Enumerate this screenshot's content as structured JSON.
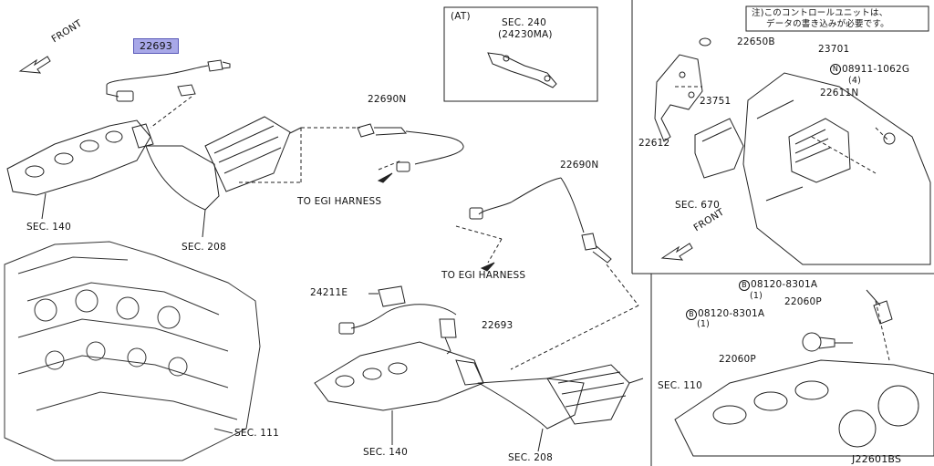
{
  "labels": {
    "front_left": "FRONT",
    "front_right": "FRONT",
    "p22693_top": "22693",
    "p22690n_mid": "22690N",
    "p22690n_right": "22690N",
    "to_egi_1": "TO EGI HARNESS",
    "to_egi_2": "TO EGI HARNESS",
    "at": "(AT)",
    "sec240": "SEC. 240",
    "p24230ma": "(24230MA)",
    "sec140_top": "SEC. 140",
    "sec208_top": "SEC. 208",
    "p24211e": "24211E",
    "p22693_bottom": "22693",
    "sec140_bottom": "SEC. 140",
    "sec208_bottom": "SEC. 208",
    "sec111": "SEC. 111",
    "jp_note_1": "注)このコントロールユニットは、",
    "jp_note_2": "データの書き込みが必要です。",
    "p22650b": "22650B",
    "p23701": "23701",
    "p08911": "08911-1062G",
    "p08911_qty": "(4)",
    "p22611n": "22611N",
    "p23751": "23751",
    "p22612": "22612",
    "sec670": "SEC. 670",
    "p08120_a": "08120-8301A",
    "p08120_a_qty": "(1)",
    "p22060p_a": "22060P",
    "p08120_b": "08120-8301A",
    "p08120_b_qty": "(1)",
    "p22060p_b": "22060P",
    "sec110": "SEC. 110",
    "diagram_id": "J22601BS",
    "bolt_symbol": "B",
    "nut_symbol": "N"
  },
  "highlight_color": "#a8a8e8"
}
